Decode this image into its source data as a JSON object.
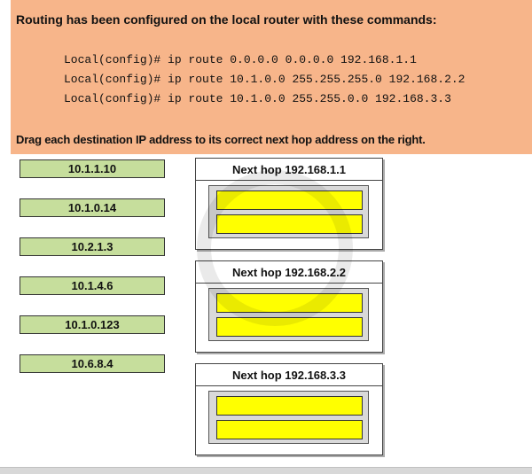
{
  "header": {
    "title": "Routing has been configured on the local router with these commands:",
    "commands": [
      "Local(config)# ip route 0.0.0.0 0.0.0.0 192.168.1.1",
      "Local(config)# ip route 10.1.0.0 255.255.255.0 192.168.2.2",
      "Local(config)# ip route 10.1.0.0 255.255.0.0 192.168.3.3"
    ],
    "instruction": "Drag each destination IP address to its correct next hop address on the right."
  },
  "sources": [
    {
      "label": "10.1.1.10"
    },
    {
      "label": "10.1.0.14"
    },
    {
      "label": "10.2.1.3"
    },
    {
      "label": "10.1.4.6"
    },
    {
      "label": "10.1.0.123"
    },
    {
      "label": "10.6.8.4"
    }
  ],
  "targets": [
    {
      "title": "Next hop 192.168.1.1"
    },
    {
      "title": "Next hop 192.168.2.2"
    },
    {
      "title": "Next hop 192.168.3.3"
    }
  ],
  "colors": {
    "header_bg": "#f7b58a",
    "source_bg": "#c6de9c",
    "slot_bg": "#ffff00",
    "group_body_bg": "#d9d9d9"
  }
}
